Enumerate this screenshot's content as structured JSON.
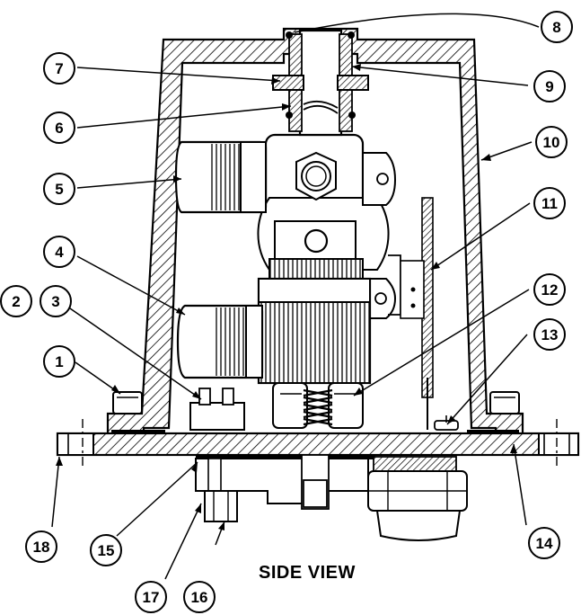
{
  "caption": "SIDE VIEW",
  "callouts": [
    "1",
    "2",
    "3",
    "4",
    "5",
    "6",
    "7",
    "8",
    "9",
    "10",
    "11",
    "12",
    "13",
    "14",
    "15",
    "16",
    "17",
    "18"
  ],
  "colors": {
    "ink": "#000000",
    "paper": "#ffffff",
    "hatch": "#000000"
  }
}
